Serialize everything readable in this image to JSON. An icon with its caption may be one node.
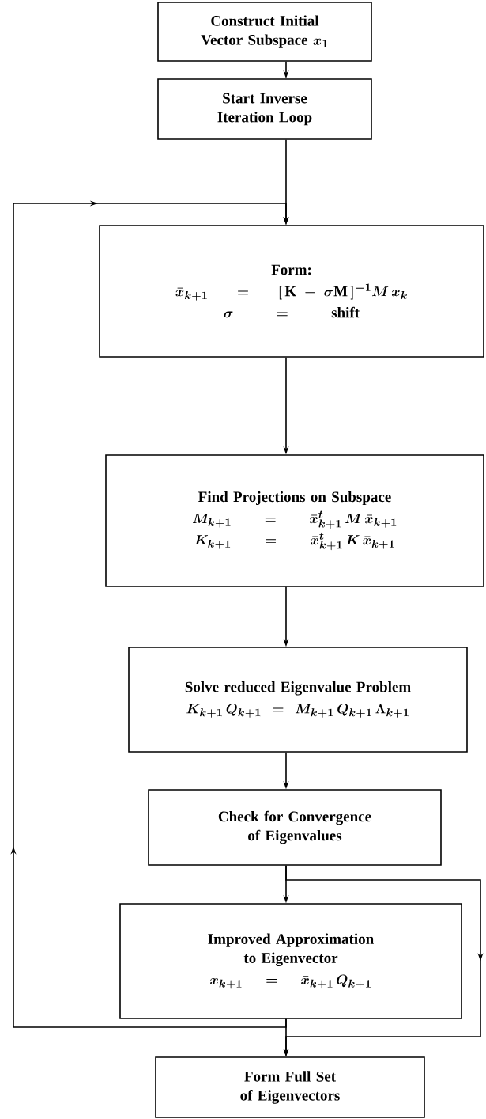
{
  "diagram": {
    "nodes": [
      {
        "text": [
          "Construct Initial Vector Subspace",
          "x_{1}"
        ]
      },
      {
        "text": [
          "Start Inverse Iteration Loop"
        ]
      },
      {
        "text": [
          "Form:",
          "\\bar{x}_{k+1} \\;=\\; [\\,\\mathrm{K} - \\sigma\\mathrm{M}\\,]^{-1} M\\, x_{k}",
          "\\sigma \\;=\\; \\mathrm{shift}"
        ]
      },
      {
        "text": [
          "Find Projections on Subspace",
          "M_{k+1} \\;=\\; \\bar{x}^{t}_{k+1}\\, M\\, \\bar{x}_{k+1}",
          "K_{k+1} \\;=\\; \\bar{x}^{t}_{k+1}\\, K\\, \\bar{x}_{k+1}"
        ]
      },
      {
        "text": [
          "Solve reduced Eigenvalue Problem",
          "K_{k+1}\\, Q_{k+1} \\;=\\; M_{k+1}\\, Q_{k+1}\\, \\Lambda_{k+1}"
        ]
      },
      {
        "text": [
          "Check for Convergence of Eigenvalues"
        ]
      },
      {
        "text": [
          "Improved Approximation to Eigenvector",
          "x_{k+1} \\;=\\; \\bar{x}_{k+1}\\, Q_{k+1}"
        ]
      },
      {
        "text": [
          "Form Full Set of Eigenvectors"
        ]
      }
    ],
    "edges": [
      {
        "from": 0,
        "to": 1,
        "arrow": "to"
      },
      {
        "from": 1,
        "to": 2,
        "arrow": "to"
      },
      {
        "from": 2,
        "to": 3,
        "arrow": "to"
      },
      {
        "from": 3,
        "to": 4,
        "arrow": "to"
      },
      {
        "from": 4,
        "to": 5,
        "arrow": "to"
      },
      {
        "from": 5,
        "to": 6,
        "arrow": "to"
      },
      {
        "from": 6,
        "to": 2,
        "arrow": "to"
      },
      {
        "from": 5,
        "to": 7,
        "arrow": "to"
      },
      {
        "from": 6,
        "to": 7,
        "arrow": "to"
      }
    ]
  }
}
